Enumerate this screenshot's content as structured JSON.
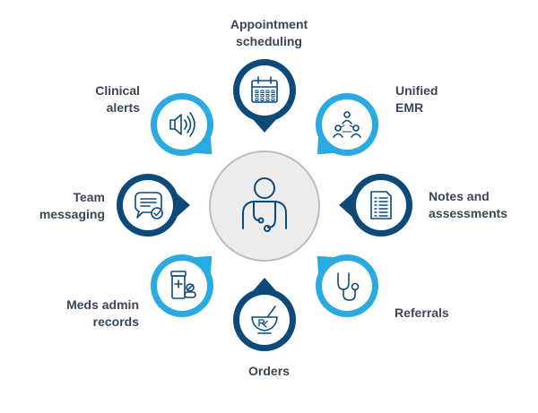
{
  "center": {
    "icon": "doctor-stethoscope-icon"
  },
  "colors": {
    "light_blue": "#29abe2",
    "dark_blue": "#0d4a7a",
    "center_fill": "#ececec",
    "center_stroke": "#bdbdbd",
    "label_text": "#3a4656",
    "icon_stroke": "#0d4a7a"
  },
  "nodes": [
    {
      "id": "appointment-scheduling",
      "label_lines": [
        "Appointment",
        "scheduling"
      ],
      "icon": "calendar-icon",
      "ring": "dark_blue"
    },
    {
      "id": "unified-emr",
      "label_lines": [
        "Unified",
        "EMR"
      ],
      "icon": "people-network-icon",
      "ring": "light_blue"
    },
    {
      "id": "notes-and-assessments",
      "label_lines": [
        "Notes and",
        "assessments"
      ],
      "icon": "document-icon",
      "ring": "dark_blue"
    },
    {
      "id": "referrals",
      "label_lines": [
        "Referrals"
      ],
      "icon": "stethoscope-icon",
      "ring": "light_blue"
    },
    {
      "id": "orders",
      "label_lines": [
        "Orders"
      ],
      "icon": "mortar-pestle-rx-icon",
      "ring": "dark_blue"
    },
    {
      "id": "meds-admin-records",
      "label_lines": [
        "Meds admin",
        "records"
      ],
      "icon": "pill-bottle-icon",
      "ring": "light_blue"
    },
    {
      "id": "team-messaging",
      "label_lines": [
        "Team",
        "messaging"
      ],
      "icon": "chat-bubble-check-icon",
      "ring": "dark_blue"
    },
    {
      "id": "clinical-alerts",
      "label_lines": [
        "Clinical",
        "alerts"
      ],
      "icon": "speaker-alert-icon",
      "ring": "light_blue"
    }
  ]
}
